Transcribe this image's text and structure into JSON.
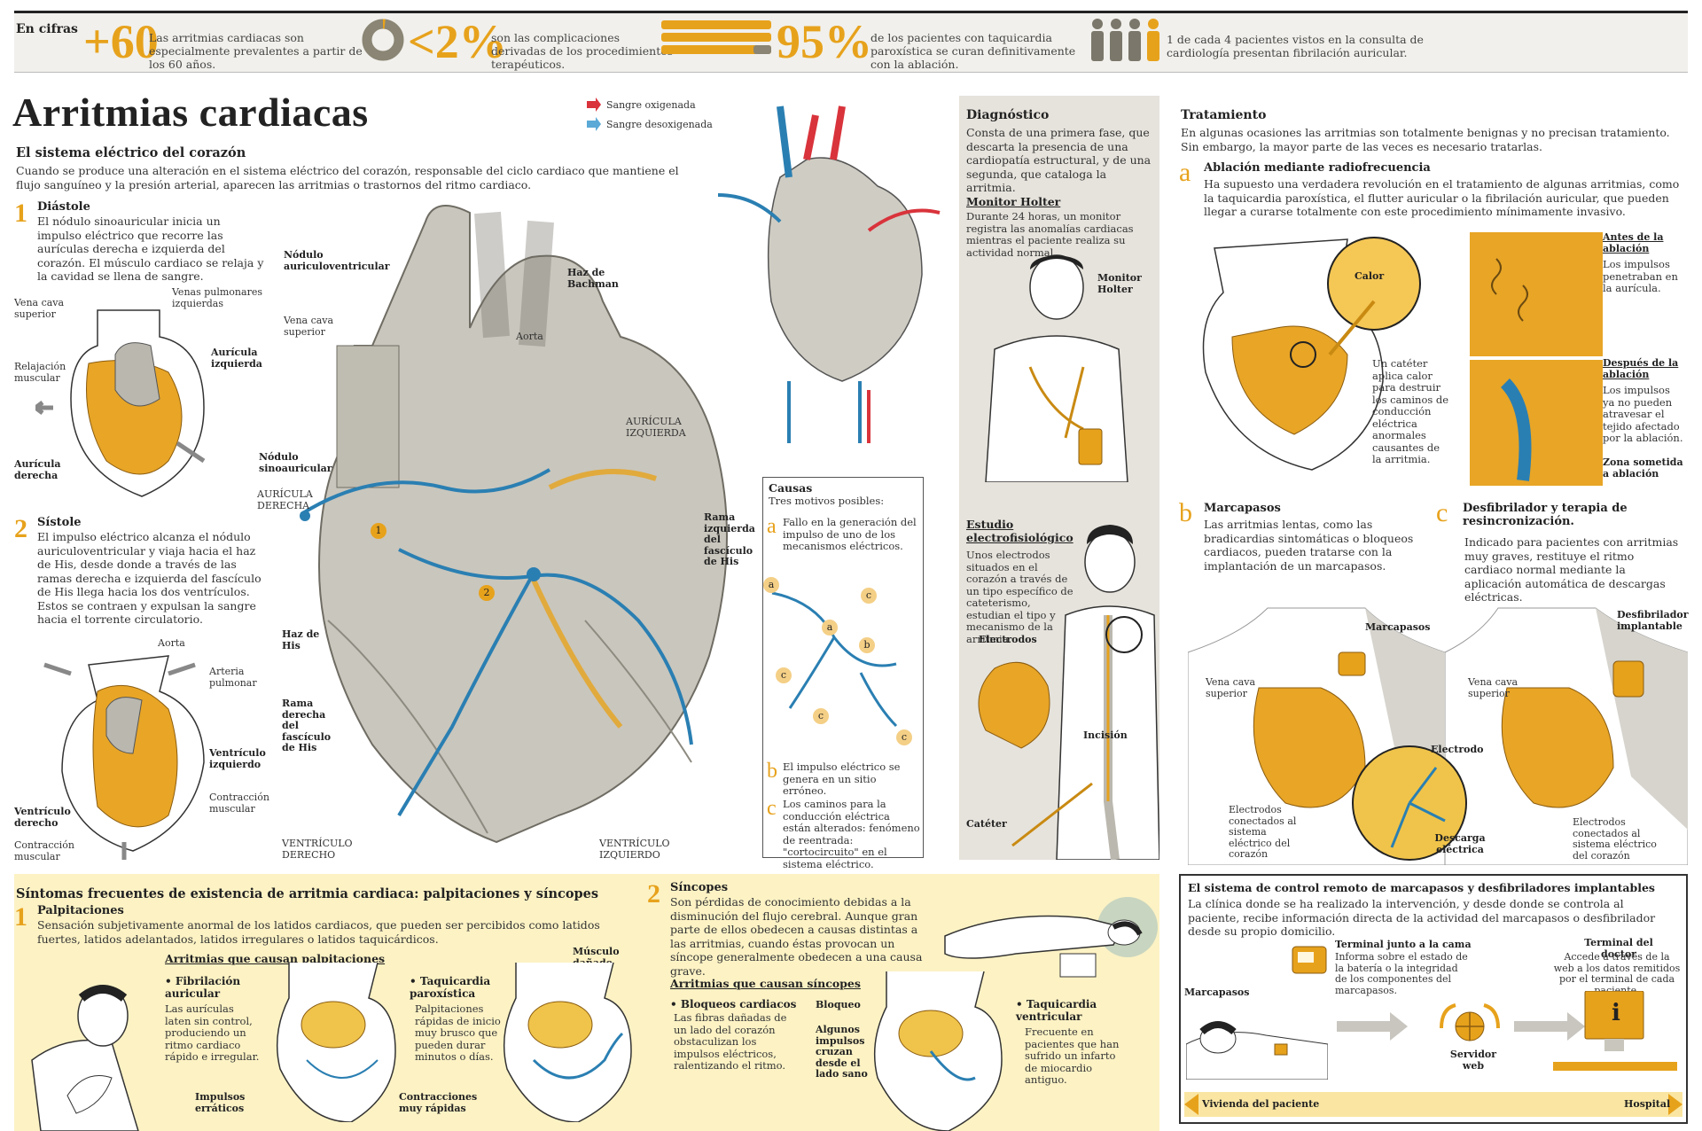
{
  "stats": {
    "label": "En cifras",
    "items": [
      {
        "value": "+60",
        "text": "Las arritmias cardiacas son especialmente prevalentes a partir de los 60 años."
      },
      {
        "value": "<2%",
        "text": "son las complicaciones derivadas de los procedimientos terapéuticos."
      },
      {
        "value": "95%",
        "text": "de los pacientes con taquicardia paroxística se curan definitivamente con la ablación."
      },
      {
        "value": "",
        "text": "1 de cada 4 pacientes vistos en la consulta de cardiología presentan fibrilación auricular."
      }
    ]
  },
  "title": "Arritmias cardiacas",
  "electric": {
    "heading": "El sistema eléctrico del corazón",
    "intro": "Cuando se produce una alteración en el sistema eléctrico del corazón, responsable del ciclo cardiaco que mantiene el flujo sanguíneo y la presión arterial, aparecen las arritmias o trastornos del ritmo cardiaco.",
    "step1": {
      "num": "1",
      "title": "Diástole",
      "text": "El nódulo sinoauricular inicia un impulso eléctrico que recorre las aurículas derecha e izquierda del corazón. El músculo cardiaco se relaja y la cavidad se llena de sangre."
    },
    "step2": {
      "num": "2",
      "title": "Sístole",
      "text": "El impulso eléctrico alcanza el nódulo auriculoventricular y viaja hacia el haz de His, desde donde a través de las ramas derecha e izquierda del fascículo de His llega hacia los dos ventrículos. Estos se contraen y expulsan la sangre hacia el torrente circulatorio."
    },
    "labels1": {
      "vena_cava": "Vena cava superior",
      "venas_pulm": "Venas pulmonares izquierdas",
      "relajacion": "Relajación muscular",
      "auricula_izq": "Aurícula izquierda",
      "auricula_der": "Aurícula derecha"
    },
    "labels2": {
      "aorta": "Aorta",
      "arteria": "Arteria pulmonar",
      "ventriculo_izq": "Ventrículo izquierdo",
      "contraccion1": "Contracción muscular",
      "ventriculo_der": "Ventrículo derecho",
      "contraccion2": "Contracción muscular"
    }
  },
  "legend": {
    "oxigenada": "Sangre oxigenada",
    "desoxigenada": "Sangre desoxigenada"
  },
  "heart_labels": {
    "nodulo_av": "Nódulo auriculoventricular",
    "haz_bachman": "Haz de Bachman",
    "vena_cava": "Vena cava superior",
    "aorta": "Aorta",
    "auricula_izq": "AURÍCULA IZQUIERDA",
    "nodulo_sa": "Nódulo sinoauricular",
    "auricula_der": "AURÍCULA DERECHA",
    "rama_izq": "Rama izquierda del fascículo de His",
    "haz_his": "Haz de His",
    "rama_der": "Rama derecha del fascículo de His",
    "ventriculo_der": "VENTRÍCULO DERECHO",
    "ventriculo_izq": "VENTRÍCULO IZQUIERDO",
    "marker1": "1",
    "marker2": "2"
  },
  "causas": {
    "title": "Causas",
    "subtitle": "Tres motivos posibles:",
    "a": {
      "letter": "a",
      "text": "Fallo en la generación del impulso de uno de los mecanismos eléctricos."
    },
    "b": {
      "letter": "b",
      "text": "El impulso eléctrico se genera en un sitio erróneo."
    },
    "c": {
      "letter": "c",
      "text": "Los caminos para la conducción eléctrica están alterados: fenómeno de reentrada: \"cortocircuito\" en el sistema eléctrico."
    },
    "markers": [
      "a",
      "c",
      "a",
      "b",
      "c",
      "c",
      "c"
    ]
  },
  "diagnostico": {
    "title": "Diagnóstico",
    "text": "Consta de una primera fase, que descarta la presencia de una cardiopatía estructural, y de una segunda, que cataloga la arritmia.",
    "holter_title": "Monitor Holter",
    "holter_text": "Durante 24 horas, un monitor registra las anomalías cardiacas mientras el paciente realiza su actividad normal.",
    "holter_label": "Monitor Holter",
    "estudio_title": "Estudio electrofisiológico",
    "estudio_text": "Unos electrodos situados en el corazón a través de un tipo específico de cateterismo, estudian el tipo y mecanismo de la arritmia.",
    "electrodos": "Electrodos",
    "incision": "Incisión",
    "cateter": "Catéter"
  },
  "tratamiento": {
    "title": "Tratamiento",
    "intro": "En algunas ocasiones las arritmias son totalmente benignas y no precisan tratamiento. Sin embargo, la mayor parte de las veces es necesario tratarlas.",
    "a": {
      "letter": "a",
      "title": "Ablación mediante radiofrecuencia",
      "text": "Ha supuesto una verdadera revolución en el tratamiento de algunas arritmias, como la taquicardia paroxística, el flutter auricular o la fibrilación auricular, que pueden llegar a curarse totalmente con este procedimiento mínimamente invasivo."
    },
    "calor": "Calor",
    "cateter_text": "Un catéter aplica calor para destruir los caminos de conducción eléctrica anormales causantes de la arritmia.",
    "antes_title": "Antes de la ablación",
    "antes_text": "Los impulsos penetraban en la aurícula.",
    "despues_title": "Después de la ablación",
    "despues_text": "Los impulsos ya no pueden atravesar el tejido afectado por la ablación.",
    "zona": "Zona sometida a ablación",
    "b": {
      "letter": "b",
      "title": "Marcapasos",
      "text": "Las arritmias lentas, como las bradicardias sintomáticas o bloqueos cardiacos, pueden tratarse con la implantación de un marcapasos."
    },
    "c": {
      "letter": "c",
      "title": "Desfibrilador y terapia de resincronización.",
      "text": "Indicado para pacientes con arritmias muy graves, restituye el ritmo cardiaco normal mediante la aplicación automática de descargas eléctricas."
    },
    "marcapasos": "Marcapasos",
    "vena_cava_1": "Vena cava superior",
    "electrodos_1": "Electrodos conectados al sistema eléctrico del corazón",
    "electrodo": "Electrodo",
    "descarga": "Descarga eléctrica",
    "desfibrilador": "Desfibrilador implantable",
    "vena_cava_2": "Vena cava superior",
    "electrodos_2": "Electrodos conectados al sistema eléctrico del corazón"
  },
  "sintomas": {
    "title": "Síntomas frecuentes de existencia de arritmia cardiaca: palpitaciones y síncopes",
    "p1": {
      "num": "1",
      "title": "Palpitaciones",
      "text": "Sensación subjetivamente anormal de los latidos cardiacos, que pueden ser percibidos como latidos fuertes, latidos adelantados, latidos irregulares o latidos taquicárdicos."
    },
    "arr_palp": "Arritmias que causan palpitaciones",
    "fib_title": "• Fibrilación auricular",
    "fib_text": "Las aurículas laten sin control, produciendo un ritmo cardiaco rápido e irregular.",
    "impulsos": "Impulsos erráticos",
    "taq_title": "• Taquicardia paroxística",
    "taq_text": "Palpitaciones rápidas de inicio muy brusco que pueden durar minutos o días.",
    "contracciones": "Contracciones muy rápidas",
    "musculo": "Músculo dañado",
    "p2": {
      "num": "2",
      "title": "Síncopes",
      "text": "Son pérdidas de conocimiento debidas a la disminución del flujo cerebral. Aunque gran parte de ellos obedecen a causas distintas a las arritmias, cuando éstas provocan un síncope generalmente obedecen a una causa grave."
    },
    "arr_sinc": "Arritmias que causan síncopes",
    "bloq_title": "• Bloqueos cardiacos",
    "bloq_text": "Las fibras dañadas de un lado del corazón obstaculizan los impulsos eléctricos, ralentizando el ritmo.",
    "bloqueo": "Bloqueo",
    "algunos": "Algunos impulsos cruzan desde el lado sano",
    "tv_title": "• Taquicardia ventricular",
    "tv_text": "Frecuente en pacientes que han sufrido un infarto de miocardio antiguo."
  },
  "remote": {
    "title": "El sistema de control remoto de marcapasos y desfibriladores implantables",
    "text": "La clínica donde se ha realizado la intervención, y desde donde se controla al paciente, recibe información directa de la actividad del marcapasos o desfibrilador desde su propio domicilio.",
    "terminal_cama_title": "Terminal junto a la cama",
    "terminal_cama_text": "Informa sobre el estado de la batería o la integridad de los componentes del marcapasos.",
    "terminal_doctor_title": "Terminal del doctor",
    "terminal_doctor_text": "Accede a través de la web a los datos remitidos por el terminal de cada paciente.",
    "marcapasos": "Marcapasos",
    "servidor": "Servidor web",
    "info_icon": "i",
    "vivienda": "Vivienda del paciente",
    "hospital": "Hospital"
  },
  "colors": {
    "accent": "#e7a21c",
    "blue": "#2a7fb2",
    "red": "#d9333b",
    "grey": "#b8b6ad",
    "panel": "#e6e3dc",
    "yellow_panel": "#fcf2c4"
  },
  "icons": [
    "donut-chart-icon",
    "people-grid-icon",
    "person-icon",
    "heart-illustration",
    "wifi-signal-icon",
    "monitor-icon"
  ]
}
